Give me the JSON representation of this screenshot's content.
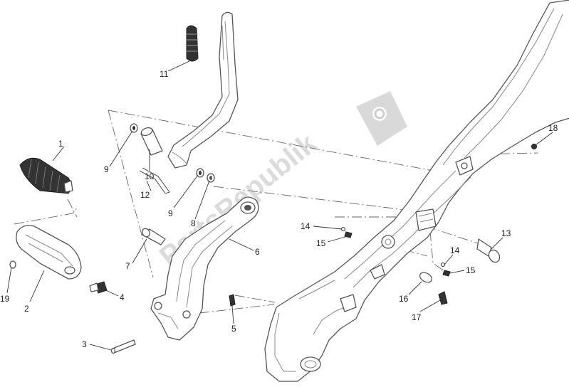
{
  "diagram": {
    "watermark_text": "PartsRepublik",
    "callouts": [
      {
        "id": "c1",
        "label": "1"
      },
      {
        "id": "c2",
        "label": "2"
      },
      {
        "id": "c3",
        "label": "3"
      },
      {
        "id": "c4",
        "label": "4"
      },
      {
        "id": "c5",
        "label": "5"
      },
      {
        "id": "c6",
        "label": "6"
      },
      {
        "id": "c7",
        "label": "7"
      },
      {
        "id": "c8",
        "label": "8"
      },
      {
        "id": "c9a",
        "label": "9"
      },
      {
        "id": "c9b",
        "label": "9"
      },
      {
        "id": "c10",
        "label": "10"
      },
      {
        "id": "c11",
        "label": "11"
      },
      {
        "id": "c12",
        "label": "12"
      },
      {
        "id": "c13",
        "label": "13"
      },
      {
        "id": "c14a",
        "label": "14"
      },
      {
        "id": "c14b",
        "label": "14"
      },
      {
        "id": "c15a",
        "label": "15"
      },
      {
        "id": "c15b",
        "label": "15"
      },
      {
        "id": "c16",
        "label": "16"
      },
      {
        "id": "c17",
        "label": "17"
      },
      {
        "id": "c18",
        "label": "18"
      },
      {
        "id": "c19",
        "label": "19"
      }
    ]
  }
}
